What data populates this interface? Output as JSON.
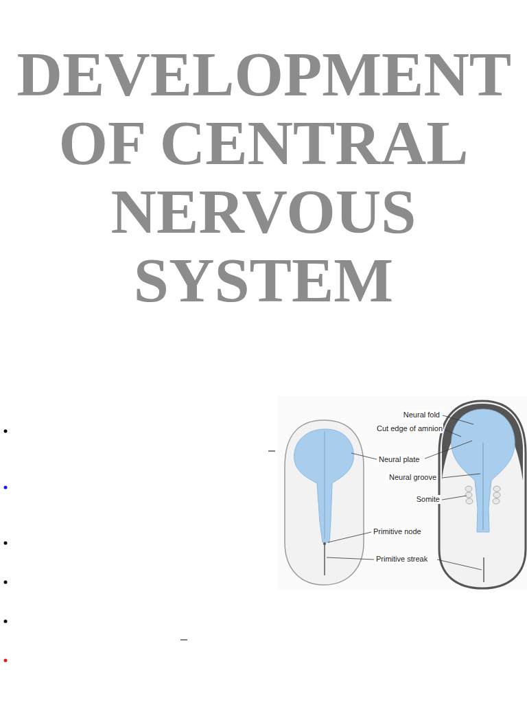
{
  "diagram": {
    "title": "DEVELOPMENT OF CENTRAL NERVOUS SYSTEM",
    "labels": [
      "Neural fold",
      "Cut edge of amnion",
      "Neural plate",
      "Neural groove",
      "Somite",
      "Primitive node",
      "Primitive streak"
    ]
  }
}
